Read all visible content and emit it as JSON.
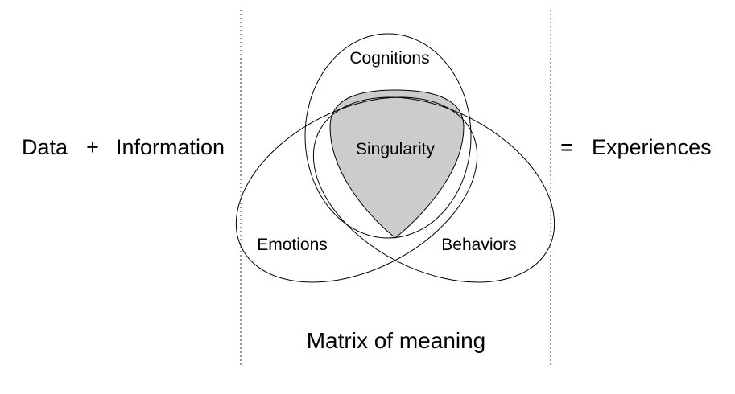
{
  "left_side": {
    "term_1": "Data",
    "operator_plus": "+",
    "term_2": "Information"
  },
  "right_side": {
    "operator_equals": "=",
    "result": "Experiences"
  },
  "venn": {
    "top_circle_label": "Cognitions",
    "left_circle_label": "Emotions",
    "right_circle_label": "Behaviors",
    "center_label": "Singularity",
    "center_fill": "#cccccc"
  },
  "caption": "Matrix of meaning"
}
